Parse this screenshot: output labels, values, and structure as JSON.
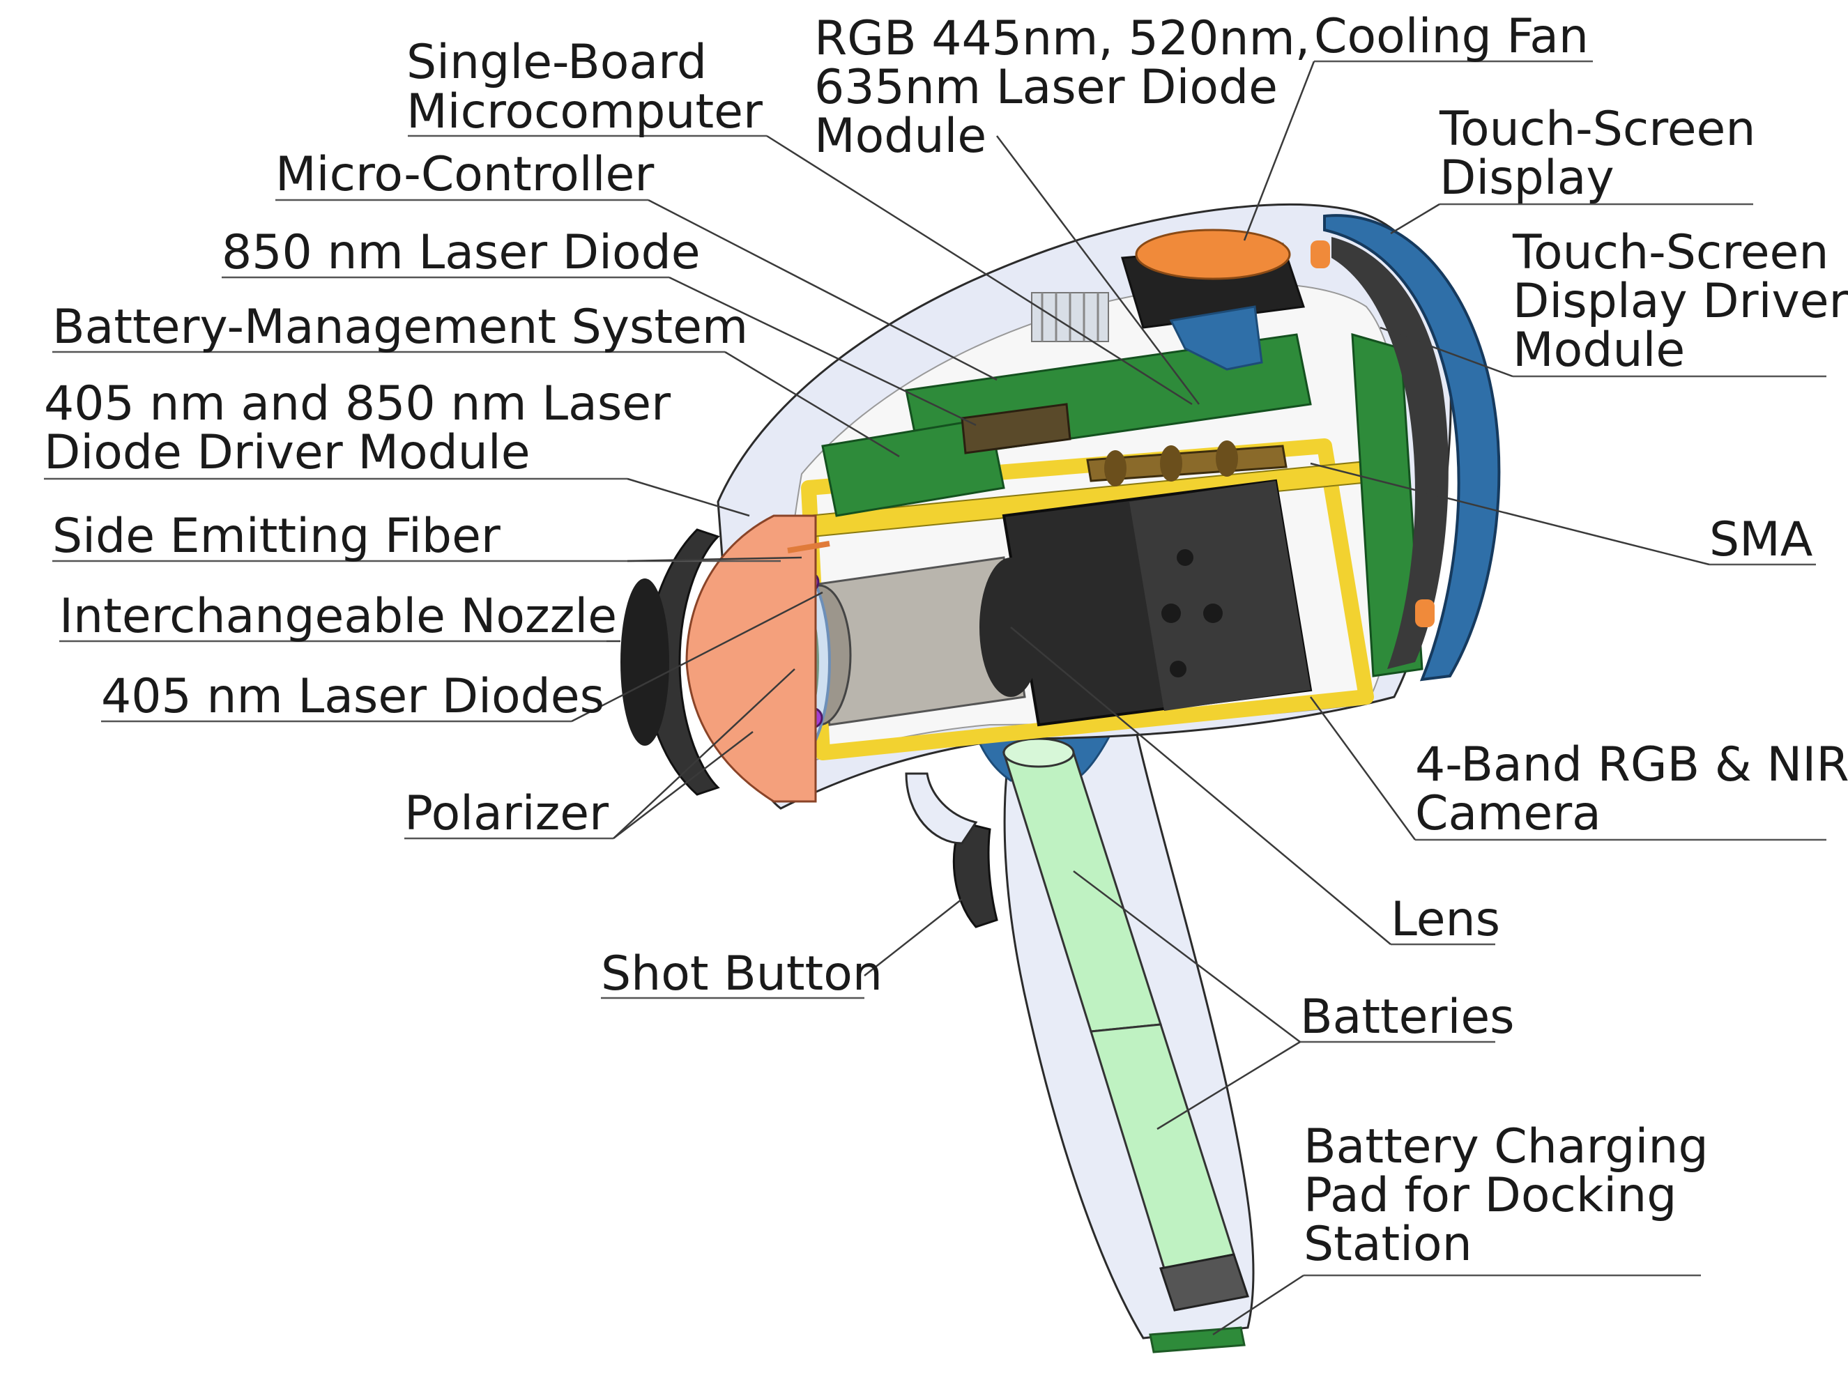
{
  "labels": {
    "single_board_microcomputer": [
      "Single-Board",
      "Microcomputer"
    ],
    "rgb_laser_module": [
      "RGB 445nm, 520nm,",
      "635nm Laser Diode",
      "Module"
    ],
    "cooling_fan": [
      "Cooling Fan"
    ],
    "touch_screen_display": [
      "Touch-Screen",
      "Display"
    ],
    "micro_controller": [
      "Micro-Controller"
    ],
    "laser_850": [
      "850 nm Laser Diode"
    ],
    "touch_screen_driver": [
      "Touch-Screen",
      "Display Driver",
      "Module"
    ],
    "battery_management": [
      "Battery-Management System"
    ],
    "laser_driver_module": [
      "405 nm and 850 nm Laser",
      "Diode Driver Module"
    ],
    "side_emitting_fiber": [
      "Side Emitting Fiber"
    ],
    "sma": [
      "SMA"
    ],
    "interchangeable_nozzle": [
      "Interchangeable Nozzle"
    ],
    "laser_405": [
      "405 nm Laser Diodes"
    ],
    "camera": [
      "4-Band RGB & NIR",
      "Camera"
    ],
    "polarizer": [
      "Polarizer"
    ],
    "lens": [
      "Lens"
    ],
    "shot_button": [
      "Shot Button"
    ],
    "batteries": [
      "Batteries"
    ],
    "charging_pad": [
      "Battery Charging",
      "Pad for Docking",
      "Station"
    ]
  },
  "colors": {
    "housing": "#e6eaf6",
    "housing_edge": "#9aa6c8",
    "back_blue": "#2f6fa8",
    "pcb_green": "#2e8b3a",
    "frame_yellow": "#f2d230",
    "camera_black": "#2a2a2a",
    "lens_grey": "#b9b5ad",
    "nozzle_black": "#333333",
    "nozzle_salmon": "#f4a07c",
    "battery_green": "#bff2c2",
    "fan_orange": "#f08a3a",
    "heatsink": "#d8dee6"
  }
}
